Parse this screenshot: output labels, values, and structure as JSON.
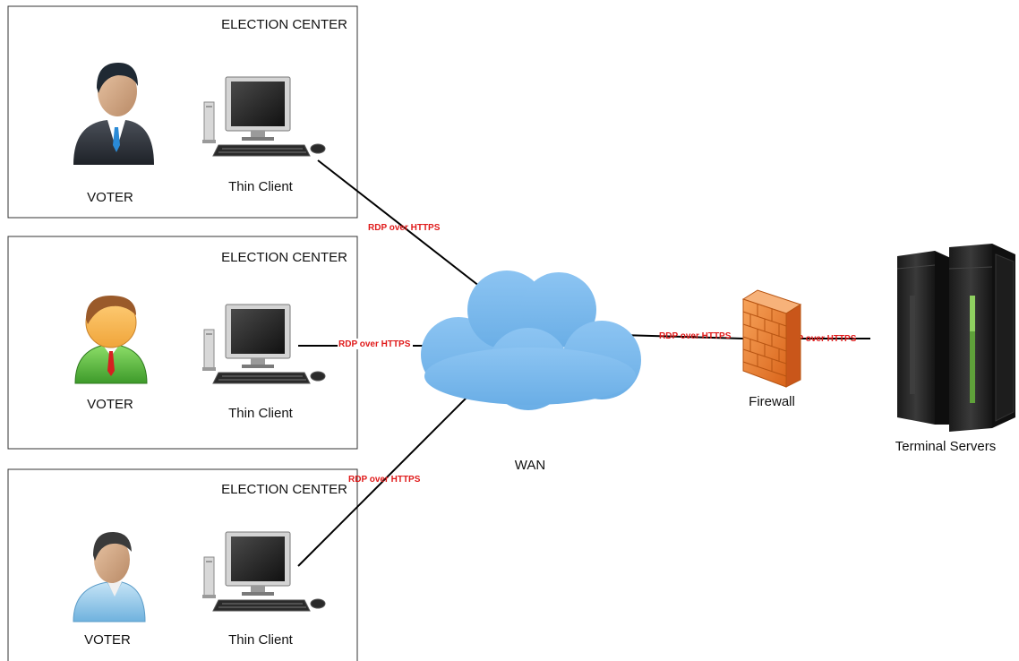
{
  "election_centers": [
    {
      "title": "ELECTION CENTER",
      "voter_label": "VOTER",
      "client_label": "Thin Client",
      "voter_style": "business"
    },
    {
      "title": "ELECTION CENTER",
      "voter_label": "VOTER",
      "client_label": "Thin Client",
      "voter_style": "green"
    },
    {
      "title": "ELECTION CENTER",
      "voter_label": "VOTER",
      "client_label": "Thin Client",
      "voter_style": "casual"
    }
  ],
  "network": {
    "label": "WAN",
    "icon": "cloud-icon"
  },
  "firewall": {
    "label": "Firewall",
    "icon": "firewall-icon"
  },
  "servers": {
    "label": "Terminal Servers",
    "icon": "server-rack-icon"
  },
  "links": {
    "center1_to_wan": "RDP over HTTPS",
    "center2_to_wan": "RDP over HTTPS",
    "center3_to_wan": "RDP over HTTPS",
    "wan_to_firewall": "RDP over HTTPS",
    "firewall_to_servers": "RDP over HTTPS"
  },
  "colors": {
    "link_label": "#e01b1b",
    "cloud": "#7db8ec",
    "firewall": "#ef7d2a",
    "server": "#2a2a2a"
  }
}
